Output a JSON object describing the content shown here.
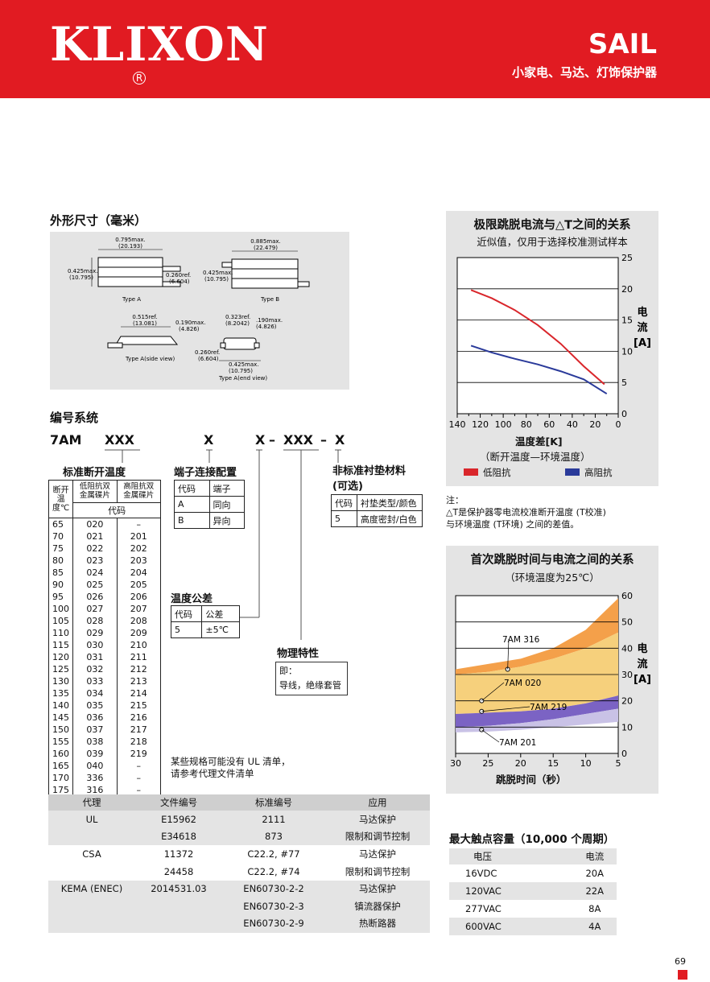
{
  "header": {
    "logo": "KLIXON",
    "reg_mark": "R",
    "product": "SAIL",
    "subtitle": "小家电、马达、灯饰保护器"
  },
  "dimensions": {
    "title": "外形尺寸（毫米）",
    "type_a": {
      "width": "0.795max.",
      "width_mm": "(20.193)",
      "height": "0.425max.",
      "height_mm": "(10.795)",
      "lead": "0.260ref.",
      "lead_mm": "(6.604)",
      "label": "Type A"
    },
    "type_b": {
      "width": "0.885max.",
      "width_mm": "(22.479)",
      "height": "0.425max.",
      "height_mm": "(10.795)",
      "label": "Type B"
    },
    "side": {
      "width": "0.515ref.",
      "width_mm": "(13.081)",
      "height": "0.190max.",
      "height_mm": "(4.826)",
      "label": "Type A(side view)"
    },
    "end": {
      "width": "0.323ref.",
      "width_mm": "(8.2042)",
      "height": ".190max.",
      "height_mm": "(4.826)",
      "lead": "0.260ref.",
      "lead_mm": "(6.604)",
      "base": "0.425max.",
      "base_mm": "(10.795)",
      "label": "Type A(end view)"
    }
  },
  "numbering": {
    "title": "编号系统",
    "code": {
      "prefix": "7AM",
      "p1": "XXX",
      "p2": "X",
      "p3": "X",
      "d1": "–",
      "p4": "XXX",
      "d2": "–",
      "p5": "X"
    },
    "temp": {
      "title": "标准断开温度",
      "col1": "断开温度℃",
      "col2": "低阻抗双金属碟片",
      "col3": "高阻抗双金属碟片",
      "code_header": "代码",
      "rows": [
        [
          "65",
          "020",
          "–"
        ],
        [
          "70",
          "021",
          "201"
        ],
        [
          "75",
          "022",
          "202"
        ],
        [
          "80",
          "023",
          "203"
        ],
        [
          "85",
          "024",
          "204"
        ],
        [
          "90",
          "025",
          "205"
        ],
        [
          "95",
          "026",
          "206"
        ],
        [
          "100",
          "027",
          "207"
        ],
        [
          "105",
          "028",
          "208"
        ],
        [
          "110",
          "029",
          "209"
        ],
        [
          "115",
          "030",
          "210"
        ],
        [
          "120",
          "031",
          "211"
        ],
        [
          "125",
          "032",
          "212"
        ],
        [
          "130",
          "033",
          "213"
        ],
        [
          "135",
          "034",
          "214"
        ],
        [
          "140",
          "035",
          "215"
        ],
        [
          "145",
          "036",
          "216"
        ],
        [
          "150",
          "037",
          "217"
        ],
        [
          "155",
          "038",
          "218"
        ],
        [
          "160",
          "039",
          "219"
        ],
        [
          "165",
          "040",
          "–"
        ],
        [
          "170",
          "336",
          "–"
        ],
        [
          "175",
          "316",
          "–"
        ]
      ]
    },
    "terminal": {
      "title": "端子连接配置",
      "h1": "代码",
      "h2": "端子",
      "rows": [
        [
          "A",
          "同向"
        ],
        [
          "B",
          "异向"
        ]
      ]
    },
    "tolerance": {
      "title": "温度公差",
      "h1": "代码",
      "h2": "公差",
      "rows": [
        [
          "5",
          "±5℃"
        ]
      ]
    },
    "physical": {
      "title": "物理特性",
      "line1": "即：",
      "line2": "导线，绝缘套管"
    },
    "liner": {
      "title": "非标准衬垫材料",
      "title2": "(可选)",
      "h1": "代码",
      "h2": "衬垫类型/颜色",
      "rows": [
        [
          "5",
          "高度密封/白色"
        ]
      ]
    },
    "note": [
      "某些规格可能没有 UL 清单，",
      "请参考代理文件清单"
    ]
  },
  "approvals": {
    "headers": [
      "代理",
      "文件编号",
      "标准编号",
      "应用"
    ],
    "rows": [
      [
        "UL",
        "E15962",
        "2111",
        "马达保护"
      ],
      [
        "",
        "E34618",
        "873",
        "限制和调节控制"
      ],
      [
        "CSA",
        "11372",
        "C22.2, #77",
        "马达保护"
      ],
      [
        "",
        "24458",
        "C22.2, #74",
        "限制和调节控制"
      ],
      [
        "KEMA (ENEC)",
        "2014531.03",
        "EN60730-2-2",
        "马达保护"
      ],
      [
        "",
        "",
        "EN60730-2-3",
        "镇流器保护"
      ],
      [
        "",
        "",
        "EN60730-2-9",
        "热断路器"
      ]
    ]
  },
  "chart1": {
    "title": "极限跳脱电流与△T之间的关系",
    "subtitle": "近似值，仅用于选择校准测试样本",
    "ylabel": [
      "电",
      "流",
      "[A]"
    ],
    "xlabel": "温度差[K]",
    "xlabel2": "（断开温度—环境温度）",
    "legend": [
      {
        "name": "低阻抗",
        "color": "#d9262b"
      },
      {
        "name": "高阻抗",
        "color": "#2a3a9a"
      }
    ],
    "note_title": "注：",
    "note": [
      "△T是保护器零电流校准断开温度 (T校准)",
      "与环境温度 (T环境) 之间的差值。"
    ]
  },
  "chart2": {
    "title": "首次跳脱时间与电流之间的关系",
    "subtitle": "（环境温度为25℃）",
    "ylabel": [
      "电",
      "流",
      "[A]"
    ],
    "xlabel": "跳脱时间（秒）"
  },
  "chart_data": [
    {
      "type": "line",
      "title": "极限跳脱电流与△T之间的关系",
      "subtitle": "近似值，仅用于选择校准测试样本",
      "xlabel": "温度差[K]",
      "ylabel": "电流[A]",
      "xlim": [
        140,
        0
      ],
      "ylim": [
        0,
        25
      ],
      "xticks": [
        140,
        120,
        100,
        80,
        60,
        40,
        20,
        0
      ],
      "yticks": [
        0,
        5,
        10,
        15,
        20,
        25
      ],
      "grid": true,
      "legend_position": "bottom",
      "series": [
        {
          "name": "低阻抗",
          "color": "#d9262b",
          "x": [
            128,
            110,
            90,
            70,
            50,
            30,
            12
          ],
          "y": [
            19.8,
            18.5,
            16.6,
            14.2,
            11.2,
            7.6,
            4.7
          ]
        },
        {
          "name": "高阻抗",
          "color": "#2a3a9a",
          "x": [
            128,
            110,
            90,
            70,
            50,
            30,
            10
          ],
          "y": [
            10.9,
            9.8,
            8.8,
            7.9,
            6.8,
            5.5,
            3.2
          ]
        }
      ]
    },
    {
      "type": "area",
      "title": "首次跳脱时间与电流之间的关系",
      "subtitle": "（环境温度为25℃）",
      "xlabel": "跳脱时间（秒）",
      "ylabel": "电流[A]",
      "xlim": [
        30,
        5
      ],
      "ylim": [
        0,
        60
      ],
      "xticks": [
        30,
        25,
        20,
        15,
        10,
        5
      ],
      "yticks": [
        0,
        10,
        20,
        30,
        40,
        50,
        60
      ],
      "grid": true,
      "series": [
        {
          "name": "7AM 316",
          "color": "#f4a04a",
          "x": [
            30,
            25,
            20,
            15,
            10,
            5
          ],
          "lower": [
            30,
            31,
            33,
            36,
            40,
            46
          ],
          "upper": [
            32,
            34,
            36,
            40,
            47,
            59
          ]
        },
        {
          "name": "7AM 020",
          "color": "#f6d07c",
          "x": [
            30,
            25,
            20,
            15,
            10,
            5
          ],
          "lower": [
            15,
            15.5,
            16,
            17,
            19,
            22
          ],
          "upper": [
            30,
            31,
            33,
            36,
            40,
            46
          ]
        },
        {
          "name": "7AM 219",
          "color": "#7b63c4",
          "x": [
            30,
            25,
            20,
            15,
            10,
            5
          ],
          "lower": [
            10,
            10.5,
            11.5,
            13,
            15,
            17
          ],
          "upper": [
            15,
            15.5,
            16,
            17,
            19,
            22
          ]
        },
        {
          "name": "7AM 201",
          "color": "#c9c2e6",
          "x": [
            30,
            25,
            20,
            15,
            10,
            5
          ],
          "lower": [
            8,
            8.3,
            9,
            10,
            11,
            12
          ],
          "upper": [
            10,
            10.5,
            11.5,
            13,
            15,
            17
          ]
        }
      ]
    }
  ],
  "max_contact": {
    "title": "最大触点容量（10,000 个周期）",
    "headers": [
      "电压",
      "电流"
    ],
    "rows": [
      [
        "16VDC",
        "20A"
      ],
      [
        "120VAC",
        "22A"
      ],
      [
        "277VAC",
        "8A"
      ],
      [
        "600VAC",
        "4A"
      ]
    ]
  },
  "page_number": "69",
  "colors": {
    "brand": "#e11b22",
    "gray_panel": "#e4e4e4"
  }
}
